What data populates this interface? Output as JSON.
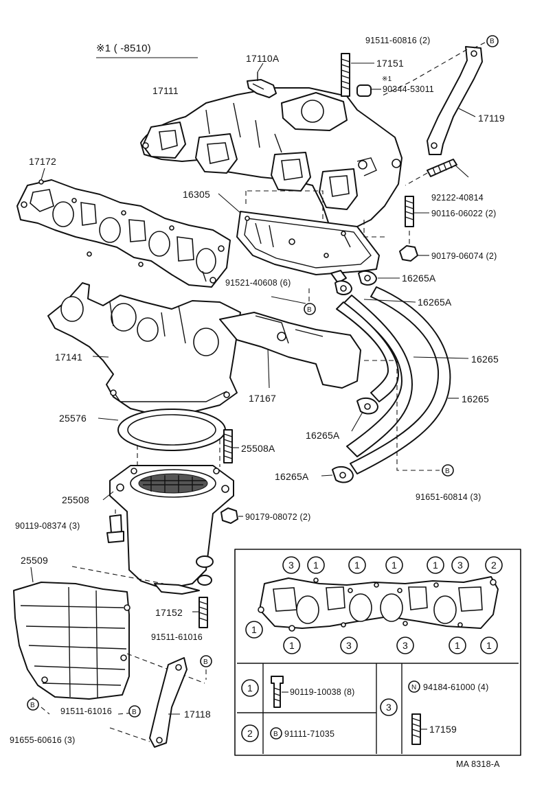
{
  "header_note": "※1 (        -8510)",
  "footer_code": "MA 8318-A",
  "labels": {
    "p91511_60816": "91511-60816 (2)",
    "b_sym": "B",
    "n_sym": "N",
    "p17110A": "17110A",
    "p17151": "17151",
    "p90344_note": "※1",
    "p90344": "90344-53011",
    "p17111": "17111",
    "p17119": "17119",
    "p17172": "17172",
    "p92122": "92122-40814",
    "p16305": "16305",
    "p90116": "90116-06022 (2)",
    "p90179_06074": "90179-06074 (2)",
    "p91521": "91521-40608 (6)",
    "p16265A_1": "16265A",
    "p16265A_2": "16265A",
    "p17141": "17141",
    "p16265_1": "16265",
    "p17167": "17167",
    "p16265_2": "16265",
    "p25576": "25576",
    "p16265A_3": "16265A",
    "p25508A": "25508A",
    "p16265A_4": "16265A",
    "p25508": "25508",
    "p91651": "91651-60814 (3)",
    "p90119_08374": "90119-08374 (3)",
    "p90179_08072": "90179-08072 (2)",
    "p25509": "25509",
    "p17152": "17152",
    "p91511_61016a": "91511-61016",
    "p91511_61016b": "91511-61016",
    "p17118": "17118",
    "p91655": "91655-60616 (3)"
  },
  "inset": {
    "gasket_circles": [
      "3",
      "1",
      "1",
      "1",
      "1",
      "3",
      "2",
      "1",
      "1",
      "3",
      "3",
      "1",
      "1"
    ],
    "table": {
      "row1_key": "1",
      "row1_part": "90119-10038 (8)",
      "row2_key": "2",
      "row2_part": "91111-71035",
      "col3_key": "3",
      "col3_part1": "94184-61000 (4)",
      "col3_part2": "17159"
    }
  }
}
